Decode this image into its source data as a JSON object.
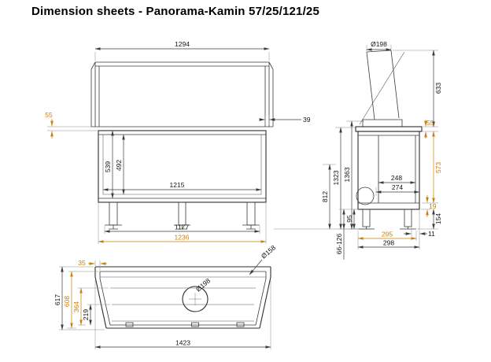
{
  "title": "Dimension sheets - Panorama-Kamin 57/25/121/25",
  "colors": {
    "line": "#2d2d2d",
    "dimension_text": "#141414",
    "accent": "#cc7e0a"
  },
  "front_view": {
    "top_width": "1294",
    "frame_offset": "55",
    "side_inset": "39",
    "glass_height": "539",
    "opening_height": "492",
    "opening_width": "1215",
    "foot_span": "1177",
    "overall_width": "1236",
    "height_opening": "812",
    "height_body": "1323",
    "height_total": "1363"
  },
  "side_view": {
    "flue_diameter": "Ø198",
    "flue_height": "633",
    "top_plate": "55",
    "glass_height": "573",
    "depth_firebox": "248",
    "depth_inner": "274",
    "spigot_height": "95",
    "plinth_gap": "19",
    "plinth_height": "154",
    "foot_inset": "11",
    "base_depth": "295",
    "overall_depth": "298",
    "leg_range": "66-126"
  },
  "plan_view": {
    "corner_offset": "35",
    "inlet_diameter": "Ø158",
    "flue_diameter": "Ø198",
    "depth_total": "617",
    "depth_glass": "608",
    "depth_inner": "364",
    "depth_opening": "219",
    "overall_width": "1423"
  }
}
